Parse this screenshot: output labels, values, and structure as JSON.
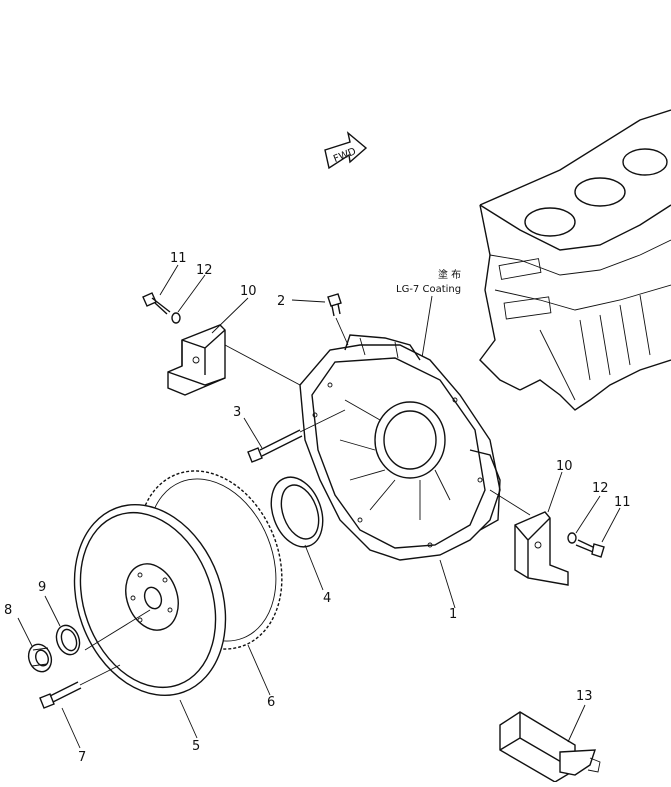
{
  "diagram": {
    "fwd_marker": "FWD",
    "coating_note_jp": "塗 布",
    "coating_note": "LG-7 Coating",
    "callouts": [
      {
        "id": "1",
        "text": "1"
      },
      {
        "id": "2",
        "text": "2"
      },
      {
        "id": "3",
        "text": "3"
      },
      {
        "id": "4",
        "text": "4"
      },
      {
        "id": "5",
        "text": "5"
      },
      {
        "id": "6",
        "text": "6"
      },
      {
        "id": "7",
        "text": "7"
      },
      {
        "id": "8",
        "text": "8"
      },
      {
        "id": "9",
        "text": "9"
      },
      {
        "id": "10a",
        "text": "10"
      },
      {
        "id": "10b",
        "text": "10"
      },
      {
        "id": "11a",
        "text": "11"
      },
      {
        "id": "11b",
        "text": "11"
      },
      {
        "id": "12a",
        "text": "12"
      },
      {
        "id": "12b",
        "text": "12"
      },
      {
        "id": "13",
        "text": "13"
      }
    ]
  }
}
